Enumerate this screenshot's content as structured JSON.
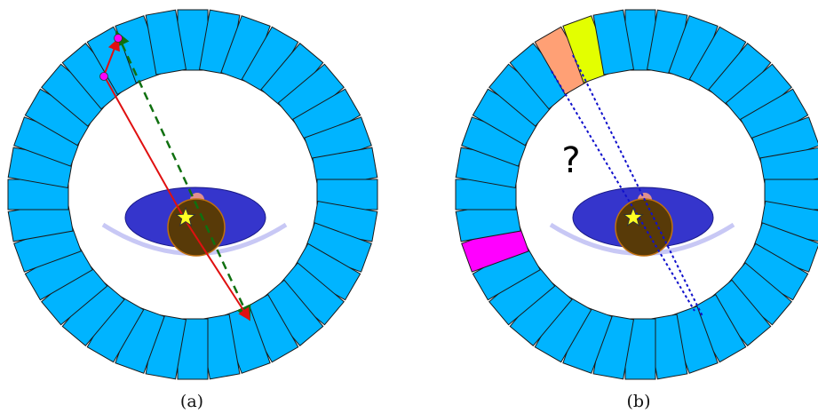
{
  "panels": [
    {
      "label": "(a)",
      "highlight": []
    },
    {
      "label": "(b)",
      "highlight": [
        {
          "detector_index": 25,
          "color": "#ff00ff"
        },
        {
          "detector_index": 33,
          "color": "#ffa075"
        },
        {
          "detector_index": 34,
          "color": "#e3ff00"
        }
      ]
    }
  ],
  "detector_ring": {
    "count": 36,
    "color": "#00b4ff",
    "outline": "#1a1a1a"
  },
  "patient": {
    "body_color": "#3535cc",
    "organ_color": "#583a08",
    "organ_outline": "#c07010",
    "bump_color": "#e09090",
    "table_color": "#c8c8f5",
    "source_icon": "star-icon",
    "source_color": "#ffff22"
  },
  "annotation": {
    "question_mark": "?"
  },
  "colors": {
    "true_path": "#e01010",
    "recorded_line": "#107010",
    "possible_lines": "#1010cc",
    "scatter_points": "#ff00ff"
  }
}
